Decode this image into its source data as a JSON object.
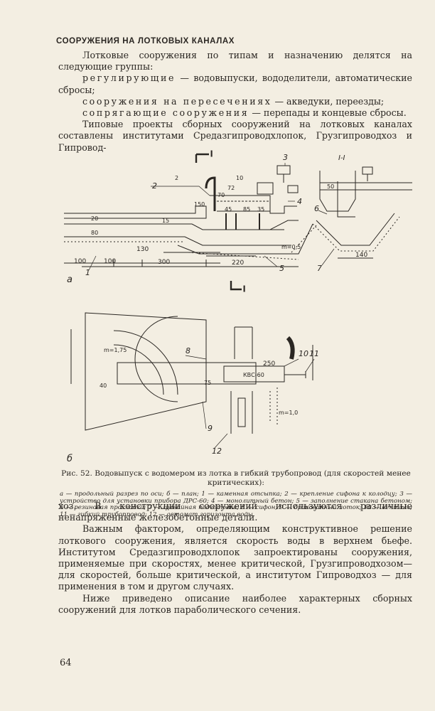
{
  "header": "СООРУЖЕНИЯ НА ЛОТКОВЫХ КАНАЛАХ",
  "intro": {
    "line1": "Лотковые сооружения по типам и назначению делятся на следующие группы:",
    "g1_spaced": "регулирующие",
    "g1_rest": " — водовыпуски, вододелители, автоматические сбросы;",
    "g2_spaced": "сооружения на пересечениях",
    "g2_rest": " — акведуки, переезды;",
    "g3_spaced": "сопрягающие сооружения",
    "g3_rest": " — перепады и концевые сбросы.",
    "line5": "Типовые проекты сборных сооружений на лотковых каналах составлены институтами Средазгипроводхлопок, Грузгипроводхоз и Гипровод-"
  },
  "figure": {
    "section_top": "I",
    "section_side": "I-I",
    "labels": [
      "1",
      "2",
      "3",
      "4",
      "5",
      "6",
      "7",
      "8",
      "9",
      "10",
      "11",
      "12"
    ],
    "view_a": "а",
    "view_b": "б",
    "dims": {
      "d100a": "100",
      "d100b": "100",
      "d130": "130",
      "d300": "300",
      "d220": "220",
      "d140": "140",
      "d250": "250",
      "d80": "80",
      "d20": "20",
      "d150": "150",
      "d70": "70",
      "d72": "72",
      "d10": "10",
      "d2": "2",
      "d15": "15",
      "d45": "45",
      "d85": "85",
      "d35": "35",
      "d50": "50",
      "d75": "75",
      "d40": "40",
      "slope1": "m=0,5",
      "slope2": "m=1,75",
      "slope3": "m=1,0",
      "kvs": "КВС-60"
    }
  },
  "caption": {
    "title": "Рис. 52. Водовыпуск с водомером из лотка в гибкий трубопровод (для скоростей менее критических):",
    "legend": "а — продольный разрез по оси; б — план; 1 — каменная отсыпка; 2 — крепление сифона к колодцу; 3 — устройство для установки прибора ДРС-60; 4 — монолитный бетон; 5 — заполнение стакана бетоном; 6 — резиновая прокладка; 7 — гравийная подготовка; 8 — сифон; 9 — бракованный лоток; 10 — вентиль; 11 — гибкий трубопровод; 12 — автомат горизонта воды."
  },
  "continuation": {
    "p1": "хоз. В конструкции сооружений используются различные ненапряженные железобетонные детали.",
    "p2": "Важным фактором, определяющим конструктивное решение лоткового сооружения, является скорость воды в верхнем бьефе. Институтом Средазгипроводхлопок запроектированы сооружения, применяемые при скоростях, менее критической, Грузгипроводхозом— для скоростей, больше критической, а институтом Гипроводхоз — для применения в том и другом случаях.",
    "p3": "Ниже приведено описание наиболее характерных сборных сооружений для лотков параболического сечения."
  },
  "page_number": "64"
}
